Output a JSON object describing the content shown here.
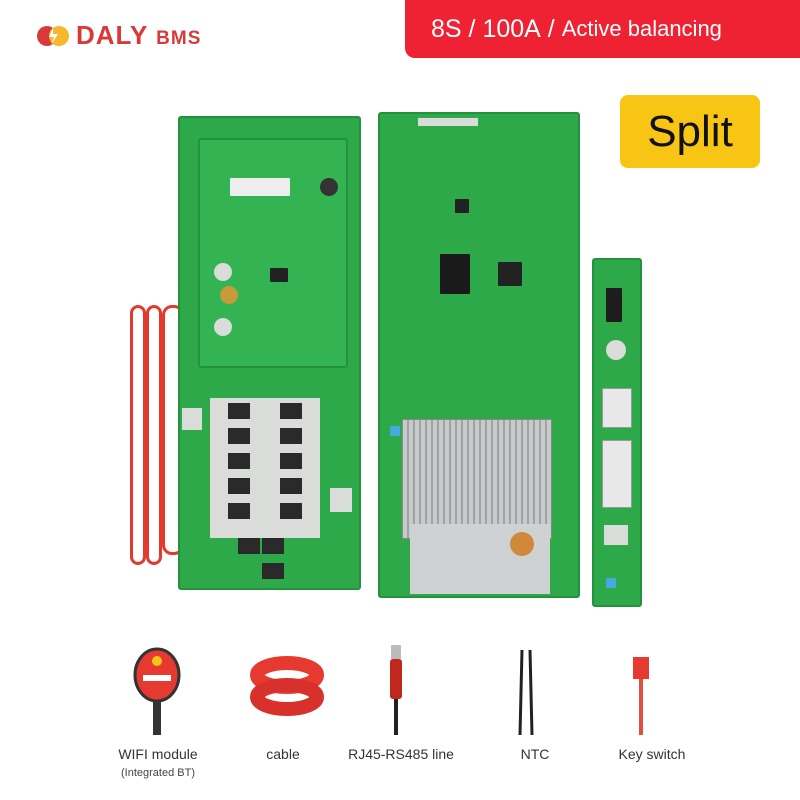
{
  "brand": {
    "name": "DALY",
    "suffix": "BMS",
    "colors": {
      "primary": "#d83a3a",
      "accent": "#f5c518"
    }
  },
  "banner": {
    "spec_cells": "8S",
    "spec_current": "100A",
    "spec_feature": "Active balancing",
    "separator": "/",
    "color": "#ee2233"
  },
  "badge": {
    "label": "Split",
    "color": "#f8c514"
  },
  "boards": {
    "color": "#2ea94a"
  },
  "accessories": [
    {
      "label": "WIFI module",
      "sublabel": "(Integrated BT)",
      "icon": "wifi-module-icon"
    },
    {
      "label": "cable",
      "icon": "ribbon-cable-icon"
    },
    {
      "label": "RJ45-RS485 line",
      "icon": "usb-cable-icon"
    },
    {
      "label": "NTC",
      "icon": "ntc-sensor-icon"
    },
    {
      "label": "Key switch",
      "icon": "key-switch-icon"
    }
  ]
}
